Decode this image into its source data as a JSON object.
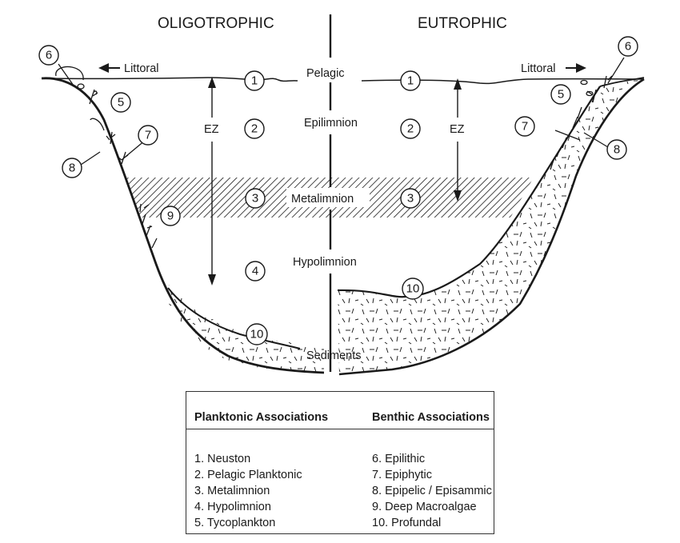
{
  "titles": {
    "left": "OLIGOTROPHIC",
    "right": "EUTROPHIC"
  },
  "zones": {
    "pelagic": "Pelagic",
    "epilimnion": "Epilimnion",
    "metalimnion": "Metalimnion",
    "hypolimnion": "Hypolimnion",
    "sediments": "Sediments",
    "littoral_left": "Littoral",
    "littoral_right": "Littoral",
    "ez_left": "EZ",
    "ez_right": "EZ"
  },
  "markers": {
    "n1": "1",
    "n2": "2",
    "n3": "3",
    "n4": "4",
    "n5": "5",
    "n6": "6",
    "n7": "7",
    "n8": "8",
    "n9": "9",
    "n10": "10"
  },
  "legend": {
    "planktonic_header": "Planktonic Associations",
    "benthic_header": "Benthic Associations",
    "planktonic": [
      "1. Neuston",
      "2. Pelagic Planktonic",
      "3. Metalimnion",
      "4. Hypolimnion",
      "5. Tycoplankton"
    ],
    "benthic": [
      "6. Epilithic",
      "7. Epiphytic",
      "8. Epipelic / Episammic",
      "9. Deep Macroalgae",
      "10. Profundal"
    ]
  }
}
